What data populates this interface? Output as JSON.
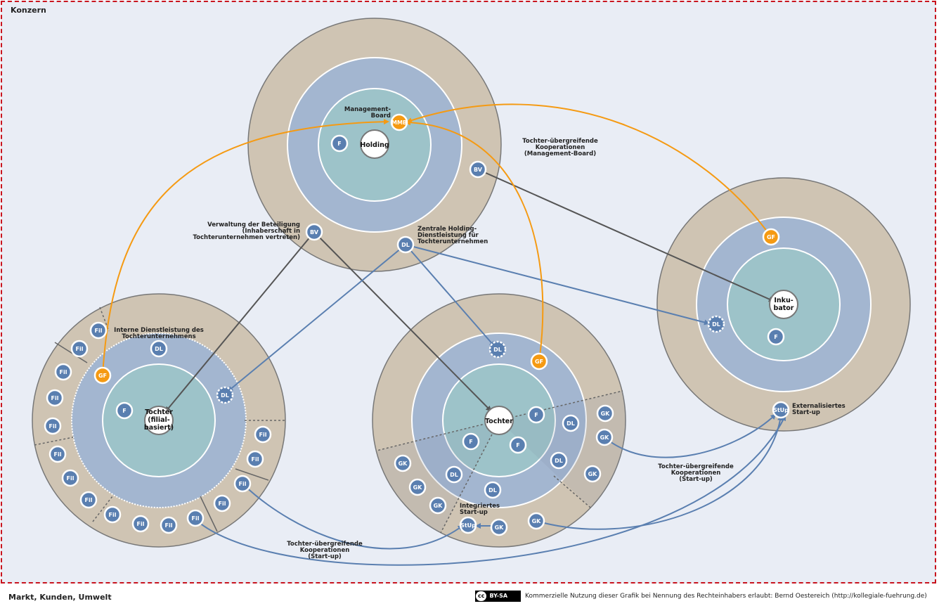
{
  "frame": {
    "title": "Konzern",
    "footer_label": "Markt, Kunden, Umwelt",
    "license_badge_cc": "cc",
    "license_badge": "BY-SA",
    "license_text": "Kommerzielle Nutzung dieser Grafik bei Nennung des Rechteinhabers erlaubt: Bernd Oestereich (http://kollegiale-fuehrung.de)"
  },
  "colors": {
    "outer_ring": "#cfc4b3",
    "middle_ring": "#a3b6d0",
    "inner_circle": "#9dc3c9",
    "node_blue": "#5a7fb0",
    "node_orange": "#f59a12",
    "arrow_gray": "#555555",
    "arrow_blue": "#5a7fb0",
    "arrow_orange": "#f59a12",
    "frame_border": "#c8141e",
    "background": "#e9edf5"
  },
  "circles": {
    "holding": {
      "core": "Holding",
      "nodes": {
        "mmb": "MMB",
        "f": "F",
        "bv_right": "BV",
        "bv_left": "BV",
        "dl": "DL"
      },
      "labels": {
        "mmb": [
          "Management-",
          "Board"
        ],
        "bv_left": [
          "Verwaltung der Beteiligung",
          "(Inhaberschaft in",
          "Tochterunternehmen vertreten)"
        ],
        "dl": [
          "Zentrale Holding-",
          "Dienstleistung für",
          "Tochterunternehmen"
        ]
      }
    },
    "tochter_filial": {
      "core": [
        "Tochter",
        "(filial-",
        "basiert)"
      ],
      "nodes": {
        "gf": "GF",
        "dl": "DL",
        "dl_dashed": "DL",
        "f": "F",
        "fil": "Fil"
      },
      "labels": {
        "dl": [
          "Interne Dienstleistung des",
          "Tochterunternehmens"
        ]
      }
    },
    "tochter": {
      "core": "Tochter",
      "nodes": {
        "gf": "GF",
        "dl_dashed": "DL",
        "f": "F",
        "dl": "DL",
        "gk": "GK",
        "stup": "StUp"
      },
      "labels": {
        "stup": [
          "Integriertes",
          "Start-up"
        ]
      }
    },
    "inkubator": {
      "core": [
        "Inku-",
        "bator"
      ],
      "nodes": {
        "gf": "GF",
        "dl_dashed": "DL",
        "f": "F",
        "stup": "StUp"
      },
      "labels": {
        "stup": [
          "Externalisiertes",
          "Start-up"
        ]
      }
    }
  },
  "annotations": {
    "mb_coop": [
      "Tochter-übergreifende",
      "Kooperationen",
      "(Management-Board)"
    ],
    "startup_coop_right": [
      "Tochter-übergreifende",
      "Kooperationen",
      "(Start-up)"
    ],
    "startup_coop_bottom": [
      "Tochter-übergreifende",
      "Kooperationen",
      "(Start-up)"
    ]
  }
}
